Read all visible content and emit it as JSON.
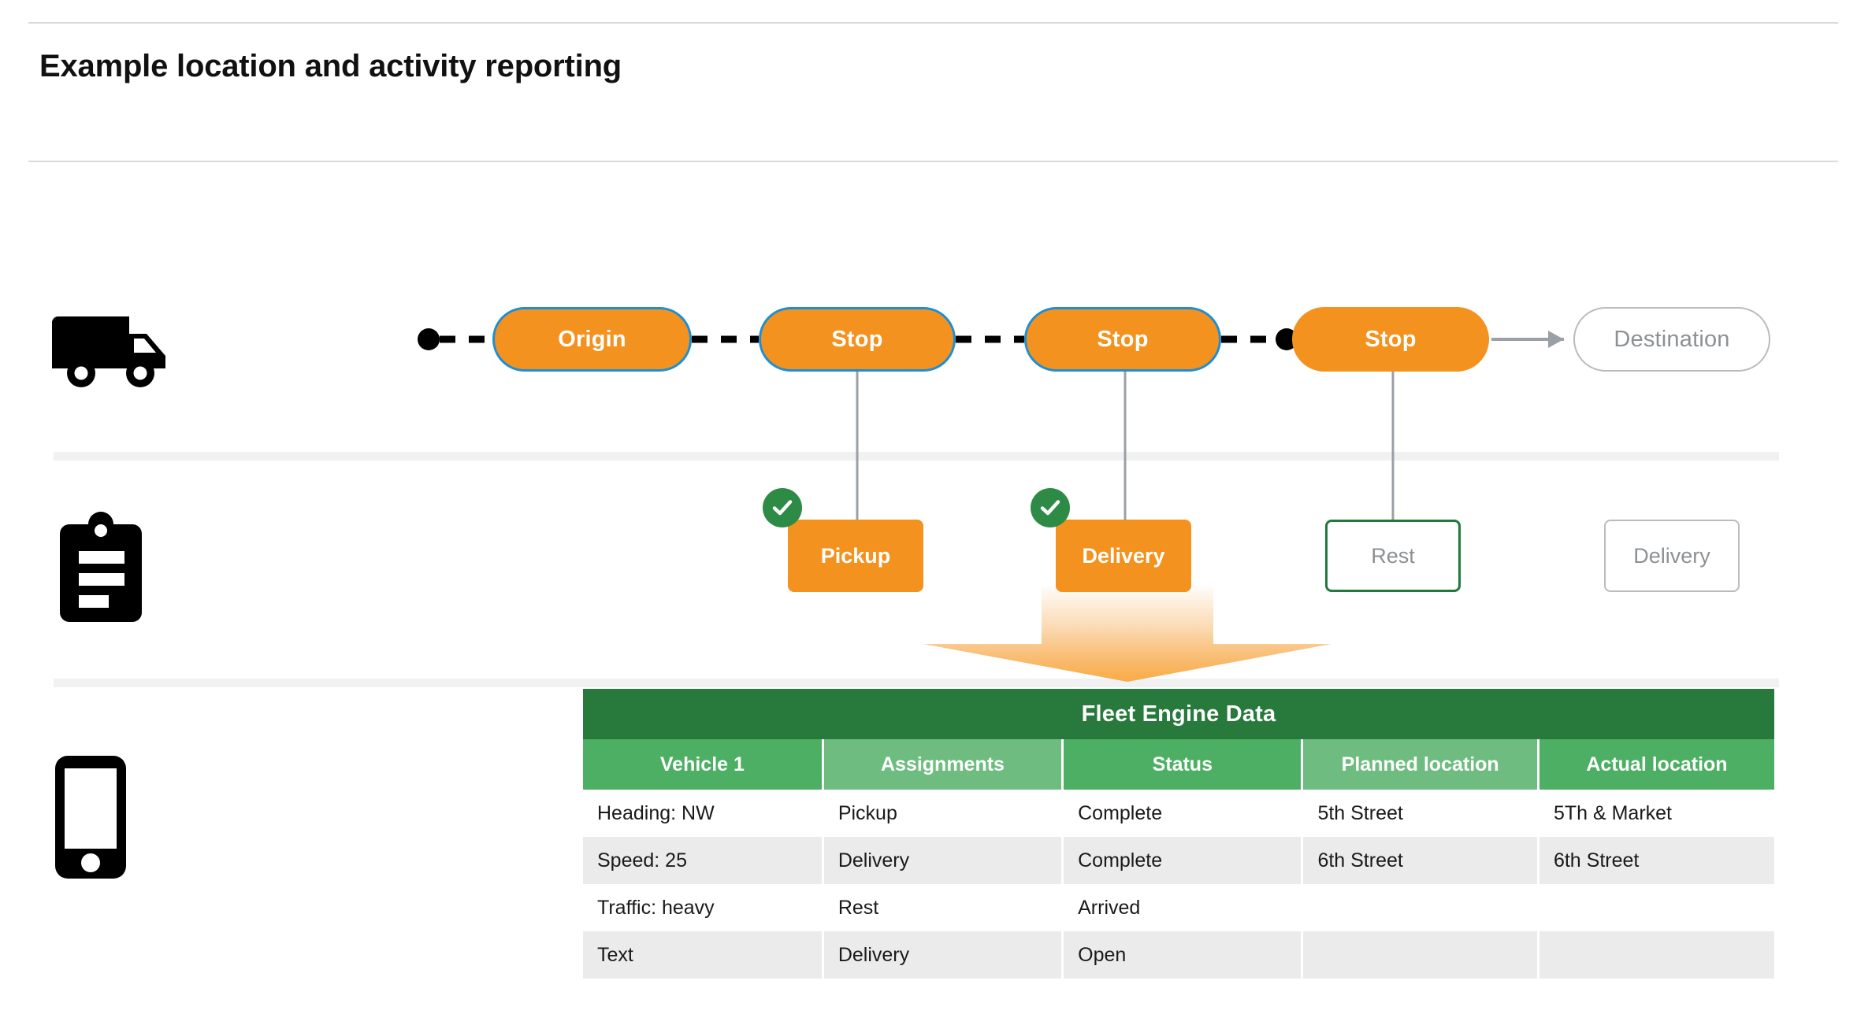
{
  "page": {
    "title": "Example location and activity reporting",
    "background": "#ffffff"
  },
  "colors": {
    "orange": "#F3921E",
    "blue_stroke": "#1B8FD6",
    "green_dark": "#27793C",
    "green_header_a": "#4CAF63",
    "green_header_b": "#6FBC80",
    "green_check": "#2E8B46",
    "green_outline": "#1E7B3C",
    "gray_outline": "#b9bbbd",
    "gray_text": "#8d9194",
    "row_stripe": "#ebebeb",
    "band": "#f1f1f1"
  },
  "rails": [
    {
      "icon": "truck-icon",
      "label": "vehicle-row"
    },
    {
      "icon": "clipboard-icon",
      "label": "activity-row"
    },
    {
      "icon": "phone-icon",
      "label": "device-row"
    }
  ],
  "route": {
    "nodes": [
      {
        "label": "Origin",
        "style": "filled-blue-stroke"
      },
      {
        "label": "Stop",
        "style": "filled-blue-stroke"
      },
      {
        "label": "Stop",
        "style": "filled-blue-stroke"
      },
      {
        "label": "Stop",
        "style": "filled"
      },
      {
        "label": "Destination",
        "style": "ghost"
      }
    ]
  },
  "activities": [
    {
      "label": "Pickup",
      "style": "filled",
      "completed": true
    },
    {
      "label": "Delivery",
      "style": "filled",
      "completed": true
    },
    {
      "label": "Rest",
      "style": "outline-green",
      "completed": false
    },
    {
      "label": "Delivery",
      "style": "outline-gray",
      "completed": false
    }
  ],
  "table": {
    "title": "Fleet Engine Data",
    "columns": [
      "Vehicle 1",
      "Assignments",
      "Status",
      "Planned location",
      "Actual location"
    ],
    "rows": [
      [
        "Heading: NW",
        "Pickup",
        "Complete",
        "5th Street",
        "5Th & Market"
      ],
      [
        "Speed: 25",
        "Delivery",
        "Complete",
        "6th Street",
        "6th Street"
      ],
      [
        "Traffic: heavy",
        "Rest",
        "Arrived",
        "",
        ""
      ],
      [
        "Text",
        "Delivery",
        "Open",
        "",
        ""
      ]
    ]
  }
}
